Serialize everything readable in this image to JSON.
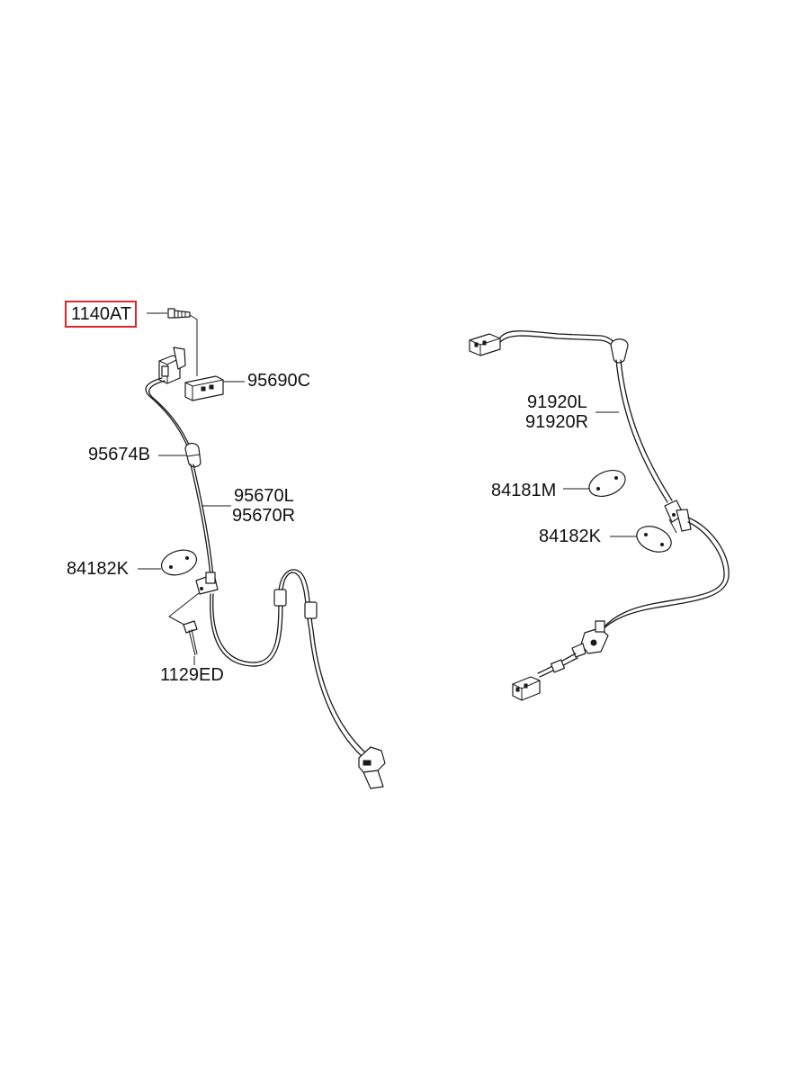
{
  "callouts": {
    "bolt_1140AT": "1140AT",
    "bracket_95690C": "95690C",
    "clip_95674B": "95674B",
    "sensor_front_L": "95670L",
    "sensor_front_R": "95670R",
    "grommet_left_84182K": "84182K",
    "bolt_1129ED": "1129ED",
    "sensor_rear_L": "91920L",
    "sensor_rear_R": "91920R",
    "grommet_84181M": "84181M",
    "grommet_right_84182K": "84182K"
  },
  "highlight_color": "#e0262a"
}
